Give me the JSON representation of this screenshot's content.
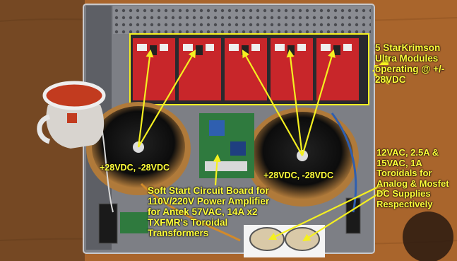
{
  "captions": {
    "modules": "5 StarKrimson\nUltra Modules\noperating @ +/-\n28VDC",
    "left_voltage": "+28VDC, -28VDC",
    "right_voltage": "+28VDC, -28VDC",
    "soft_start": "Soft Start Circuit Board for\n110V/220V Power Amplifier\nfor Antek 57VAC, 14A x2\nTXFMR's Toroidal\nTransformers",
    "toroidals": "12VAC, 2.5A &\n15VAC, 1A\nToroidals for\nAnalog & Mosfet\nDC Supplies\nRespectively"
  },
  "colors": {
    "caption": "#ffff3a",
    "arrow": "#f5f020",
    "pcb": "#c8262a",
    "table": "#b06a2e",
    "chassis": "#8e9096"
  }
}
